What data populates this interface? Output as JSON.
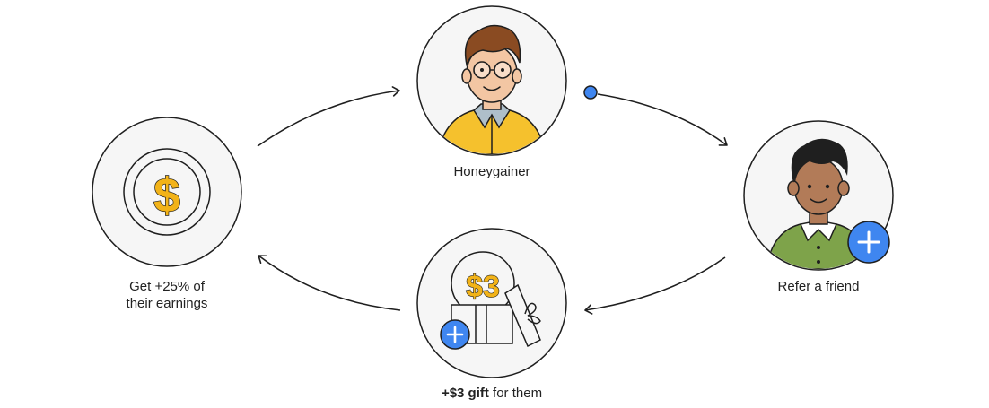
{
  "nodes": {
    "honeygainer": {
      "label": "Honeygainer"
    },
    "referral": {
      "label": "Refer a friend"
    },
    "gift": {
      "label_bold": "+$3 gift",
      "label_rest": " for them",
      "coin_text": "$3"
    },
    "earnings": {
      "label_line1": "Get +25% of",
      "label_line2": "their earnings",
      "coin_symbol": "$"
    }
  },
  "icons": {
    "honeygainer": "person-with-glasses-icon",
    "referral": "person-icon",
    "referral_badge": "plus-icon",
    "gift": "open-gift-box-icon",
    "gift_badge": "plus-icon",
    "earnings": "dollar-coin-icon"
  },
  "colors": {
    "accent_blue": "#3f86f0",
    "gold": "#f2b319",
    "shirt_green": "#7ea34a",
    "circle_fill": "#f6f6f6",
    "outline": "#1f1f1f"
  }
}
